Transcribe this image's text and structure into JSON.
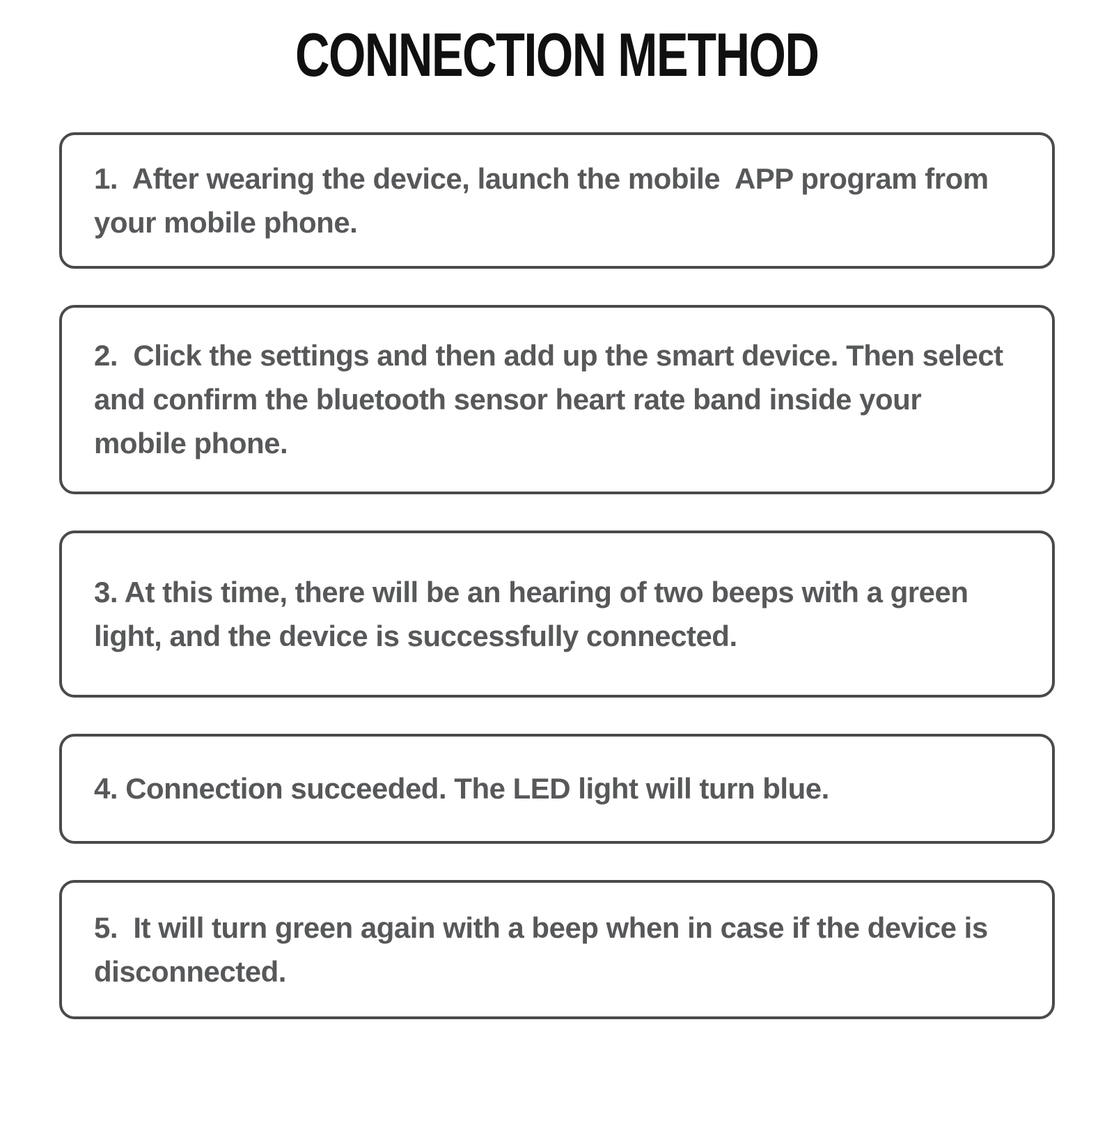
{
  "document": {
    "title": "CONNECTION METHOD"
  },
  "steps": [
    "1.  After wearing the device, launch the mobile  APP program from your mobile phone.",
    "2.  Click the settings and then add up the smart device. Then select and confirm the bluetooth sensor heart rate band inside your mobile phone.",
    "3. At this time, there will be an hearing of two beeps with a green light, and the device is successfully connected.",
    "4. Connection succeeded. The LED light will turn blue.",
    "5.  It will turn green again with a beep when in case if the device is disconnected."
  ],
  "colors": {
    "background": "#ffffff",
    "title_text": "#101010",
    "step_text": "#57585a",
    "step_border": "#4a4a4a"
  }
}
